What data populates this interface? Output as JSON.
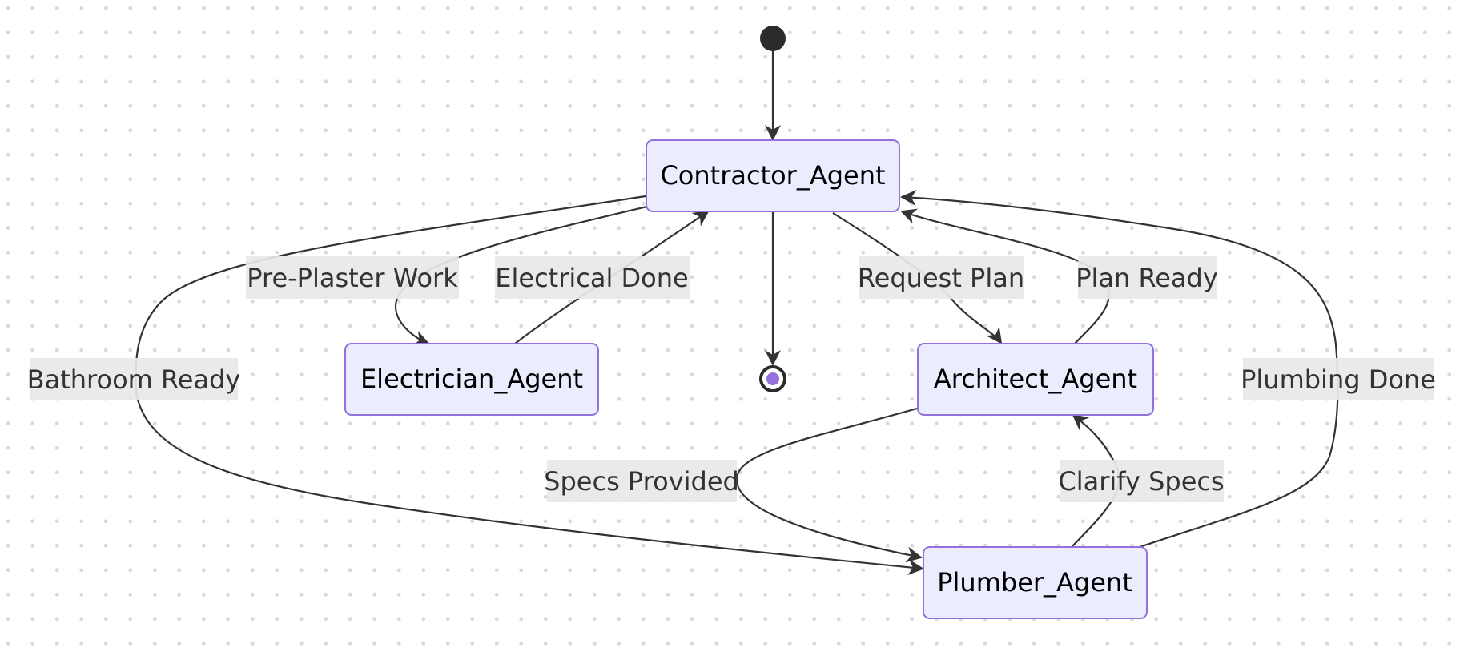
{
  "diagram": {
    "type": "state-diagram",
    "colors": {
      "state_fill": "#ececff",
      "state_border": "#9370db",
      "edge": "#333333",
      "label_background": "#e8e8e8",
      "end_inner": "#9370db"
    },
    "states": {
      "contractor": "Contractor_Agent",
      "electrician": "Electrician_Agent",
      "architect": "Architect_Agent",
      "plumber": "Plumber_Agent"
    },
    "transitions": {
      "start_to_contractor": "",
      "contractor_to_end": "",
      "pre_plaster_work": "Pre-Plaster Work",
      "electrical_done": "Electrical Done",
      "request_plan": "Request Plan",
      "plan_ready": "Plan Ready",
      "bathroom_ready": "Bathroom Ready",
      "plumbing_done": "Plumbing Done",
      "specs_provided": "Specs Provided",
      "clarify_specs": "Clarify Specs"
    }
  }
}
